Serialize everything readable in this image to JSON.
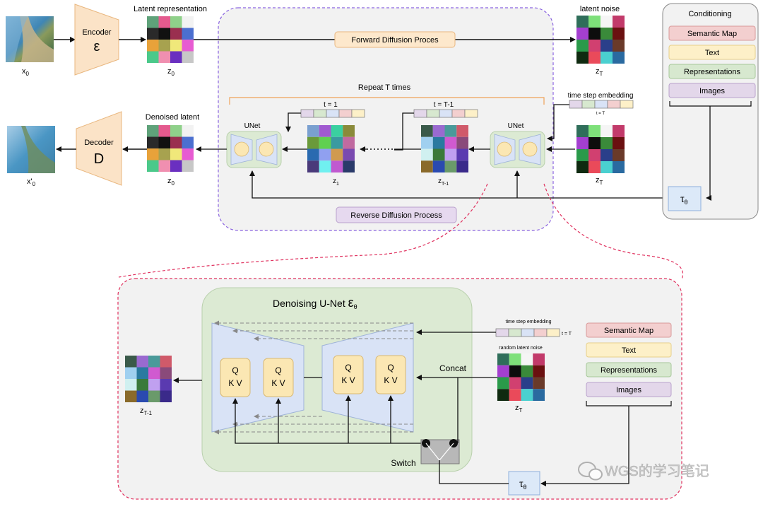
{
  "top": {
    "x0_label": "x",
    "x0_sub": "0",
    "encoder_title": "Encoder",
    "encoder_symbol": "ε",
    "decoder_title": "Decoder",
    "decoder_symbol": "D",
    "xhat_label": "x'",
    "xhat_sub": "0",
    "latent_rep_label": "Latent representation",
    "z0_label": "z",
    "z0_sub": "0",
    "latent_noise_label": "latent noise",
    "zT_label": "z",
    "zT_sub": "T",
    "forward_label": "Forward Diffusion Proces",
    "repeat_label": "Repeat T times",
    "t1_label": "t = 1",
    "tT1_label": "t = T-1",
    "unet_left_label": "UNet",
    "unet_right_label": "UNet",
    "timestep_label": "time step embedding",
    "t_eq_T": "t = T",
    "z1_label": "z",
    "z1_sub": "1",
    "zT1_label": "z",
    "zT1_sub": "T-1",
    "zT_lower_label": "z",
    "zT_lower_sub": "T",
    "denoised_label": "Denoised latent",
    "z0b_label": "z",
    "z0b_sub": "0",
    "reverse_label": "Reverse Diffusion Process",
    "tau": "τ",
    "tau_sub": "θ"
  },
  "conditioning": {
    "title": "Conditioning",
    "items": [
      "Semantic Map",
      "Text",
      "Representations",
      "Images"
    ]
  },
  "bottom": {
    "unet_title": "Denoising U-Net ",
    "unet_eps": "ε",
    "unet_theta": "θ",
    "qkv": [
      "Q\nK V",
      "Q\nK V",
      "Q\nK V",
      "Q\nK V"
    ],
    "qkv_q": "Q",
    "qkv_kv": "K V",
    "timestep_label": "time step embedding",
    "t_eq_T": "t = T",
    "random_noise_label": "random latent noise",
    "zT_label": "z",
    "zT_sub": "T",
    "zT1_label": "z",
    "zT1_sub": "T-1",
    "concat_label": "Concat",
    "switch_label": "Switch",
    "tau": "τ",
    "tau_sub": "θ",
    "cond_items": [
      "Semantic Map",
      "Text",
      "Representations",
      "Images"
    ]
  },
  "watermark": "WGS的学习笔记",
  "colors": {
    "encoder": "#fbe3c7",
    "unet_green": "#dcead3",
    "unet_inner_blue": "#d9e3f6",
    "qkv_yellow": "#fbe7b3",
    "semantic": "#f3cfcf",
    "text": "#fdf0c8",
    "representations": "#d7e8cf",
    "images": "#e3d7ea",
    "tau_box": "#dce9f8",
    "forward_box": "#fde8cc",
    "reverse_box": "#e6d9ef",
    "dashed_purple": "#8a63e0",
    "dashed_red": "#e0325f",
    "bracket_orange": "#f0a35a"
  }
}
